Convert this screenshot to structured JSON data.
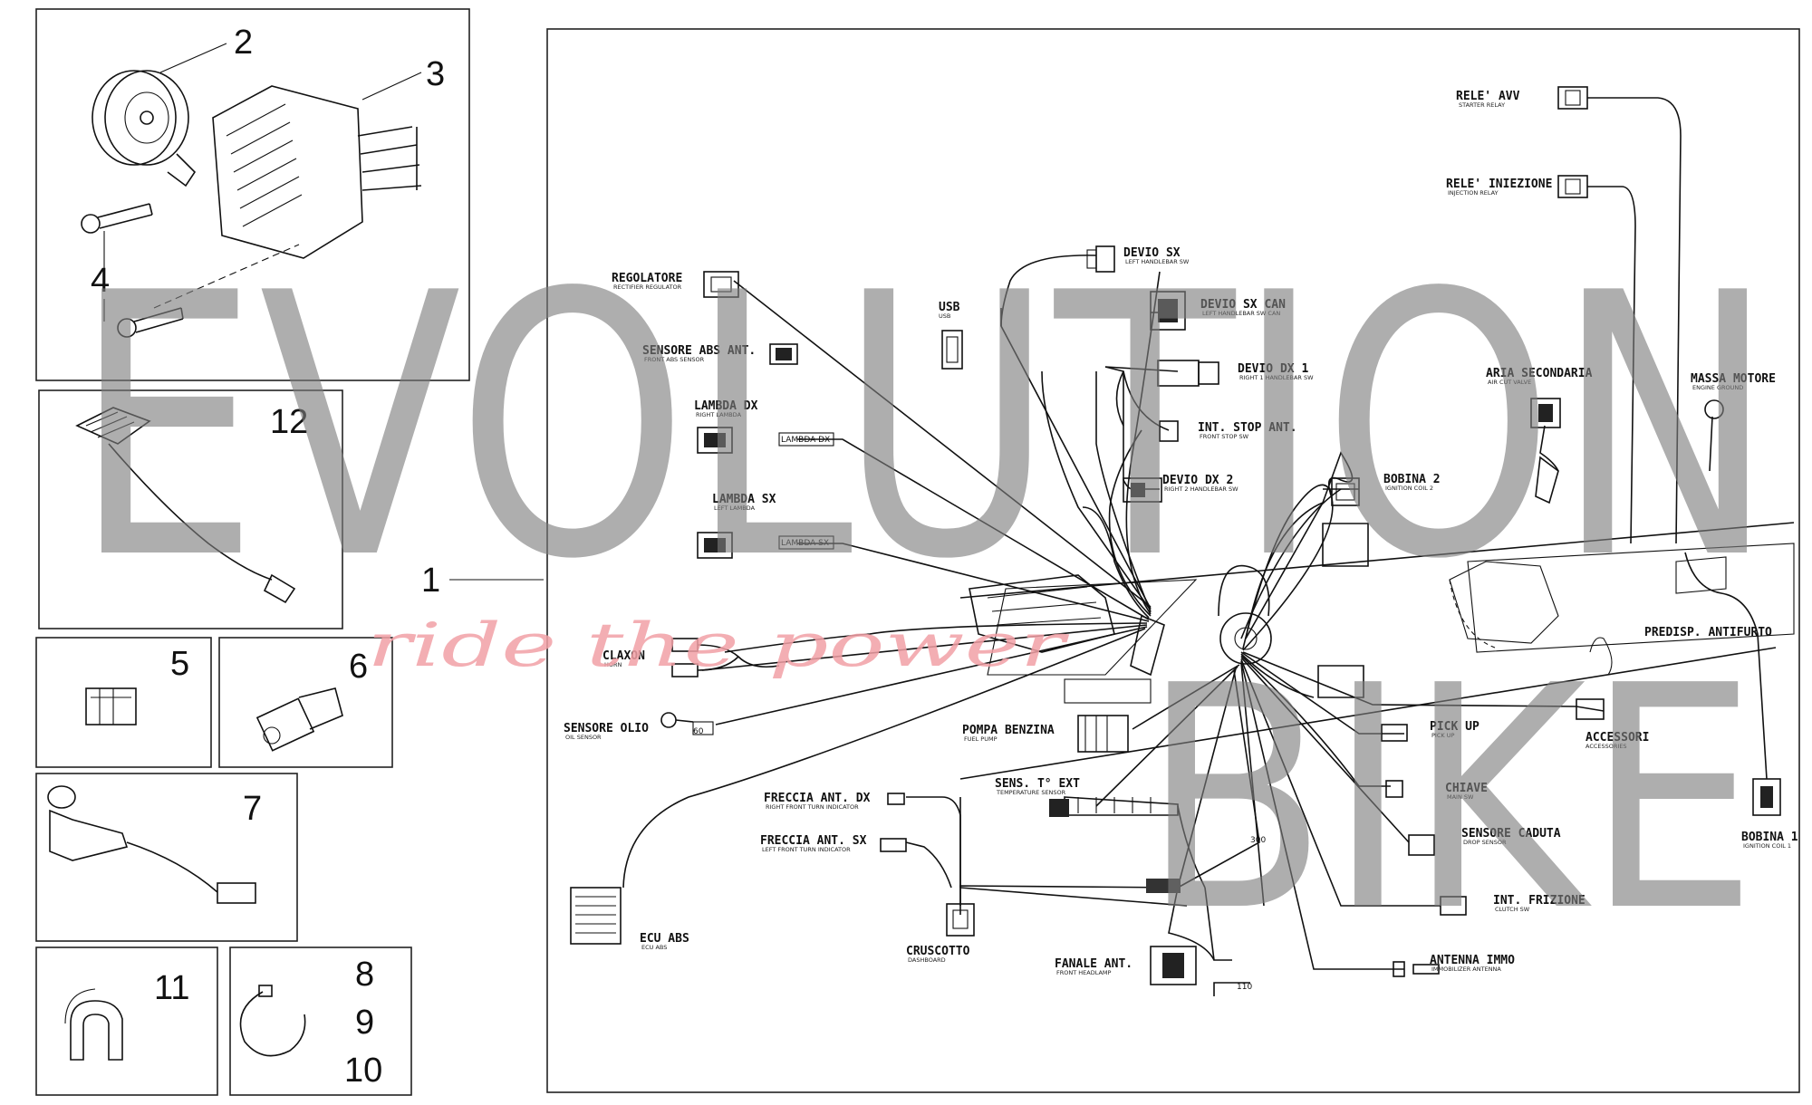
{
  "parts_numbers": [
    "2",
    "3",
    "4",
    "12",
    "5",
    "6",
    "7",
    "11",
    "8",
    "9",
    "10",
    "1"
  ],
  "watermark": {
    "brand_line1": "EVOLUTION",
    "brand_line2": "BIKE",
    "tagline": "ride the power",
    "tagline_color": "#f2a0a6",
    "letters_color": "#7d7d7d"
  },
  "components": [
    {
      "label": "RELE' AVV",
      "sub": "STARTER RELAY"
    },
    {
      "label": "RELE' INIEZIONE",
      "sub": "INJECTION RELAY"
    },
    {
      "label": "DEVIO SX",
      "sub": "LEFT HANDLEBAR SW"
    },
    {
      "label": "DEVIO SX CAN",
      "sub": "LEFT HANDLEBAR SW CAN"
    },
    {
      "label": "USB",
      "sub": "USB"
    },
    {
      "label": "REGOLATORE",
      "sub": "RECTIFIER REGULATOR"
    },
    {
      "label": "SENSORE ABS ANT.",
      "sub": "FRONT ABS SENSOR"
    },
    {
      "label": "DEVIO DX 1",
      "sub": "RIGHT 1 HANDLEBAR SW"
    },
    {
      "label": "INT. STOP ANT.",
      "sub": "FRONT STOP SW"
    },
    {
      "label": "LAMBDA DX",
      "sub": "RIGHT LAMBDA"
    },
    {
      "label": "DEVIO DX 2",
      "sub": "RIGHT 2 HANDLEBAR SW"
    },
    {
      "label": "BOBINA 2",
      "sub": "IGNITION COIL 2"
    },
    {
      "label": "ARIA SECONDARIA",
      "sub": "AIR CUT VALVE"
    },
    {
      "label": "MASSA MOTORE",
      "sub": "ENGINE GROUND"
    },
    {
      "label": "LAMBDA SX",
      "sub": "LEFT LAMBDA"
    },
    {
      "label": "PREDISP. ANTIFURTO",
      "sub": ""
    },
    {
      "label": "CLAXON",
      "sub": "HORN"
    },
    {
      "label": "SENSORE OLIO",
      "sub": "OIL SENSOR"
    },
    {
      "label": "POMPA BENZINA",
      "sub": "FUEL PUMP"
    },
    {
      "label": "PICK UP",
      "sub": "PICK UP"
    },
    {
      "label": "ACCESSORI",
      "sub": "ACCESSORIES"
    },
    {
      "label": "SENS. T° EXT",
      "sub": "TEMPERATURE SENSOR"
    },
    {
      "label": "CHIAVE",
      "sub": "MAIN SW"
    },
    {
      "label": "FRECCIA ANT. DX",
      "sub": "RIGHT FRONT TURN INDICATOR"
    },
    {
      "label": "FRECCIA ANT. SX",
      "sub": "LEFT FRONT TURN INDICATOR"
    },
    {
      "label": "SENSORE CADUTA",
      "sub": "DROP SENSOR"
    },
    {
      "label": "BOBINA 1",
      "sub": "IGNITION COIL 1"
    },
    {
      "label": "INT. FRIZIONE",
      "sub": "CLUTCH SW"
    },
    {
      "label": "ECU ABS",
      "sub": "ECU ABS"
    },
    {
      "label": "CRUSCOTTO",
      "sub": "DASHBOARD"
    },
    {
      "label": "FANALE ANT.",
      "sub": "FRONT HEADLAMP"
    },
    {
      "label": "ANTENNA IMMO",
      "sub": "IMMOBILIZER ANTENNA"
    }
  ],
  "tags": [
    "LAMBDA DX",
    "LAMBDA SX",
    "60",
    "300",
    "110"
  ]
}
